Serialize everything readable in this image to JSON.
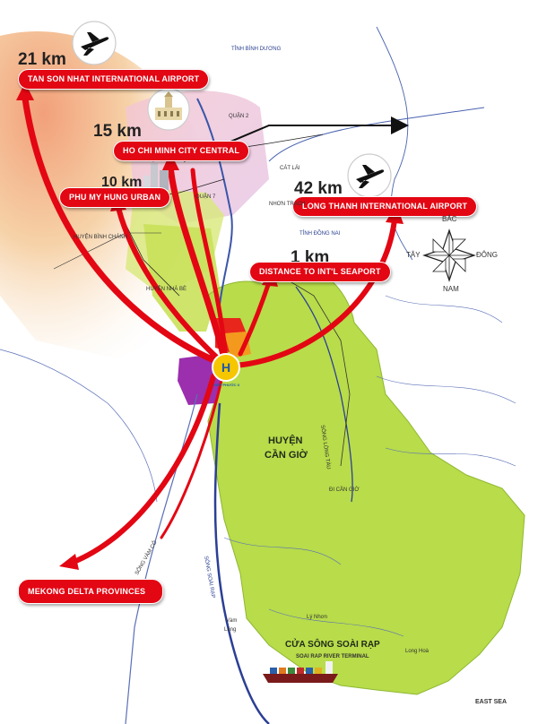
{
  "distances": {
    "tan_son_nhat": "21 km",
    "hcmc_central": "15 km",
    "phu_my_hung": "10 km",
    "long_thanh": "42 km",
    "seaport": "1 km"
  },
  "destinations": {
    "tan_son_nhat": "TAN SON NHAT INTERNATIONAL AIRPORT",
    "hcmc_central": "HO CHI MINH CITY CENTRAL",
    "phu_my_hung": "PHU MY HUNG URBAN",
    "long_thanh": "LONG THANH INTERNATIONAL AIRPORT",
    "seaport": "DISTANCE TO INT'L SEAPORT",
    "mekong": "MEKONG DELTA PROVINCES"
  },
  "place_labels": {
    "binh_duong": "TỈNH BÌNH DƯƠNG",
    "quan2": "QUẬN 2",
    "cat_lai": "CÁT LÁI",
    "quan7": "QUẬN 7",
    "nhon_trach": "NHƠN TRẠCH",
    "dong_nai": "TỈNH ĐỒNG NAI",
    "binh_chanh": "HUYỆN BÌNH CHÁNH",
    "nha_be": "HUYỆN NHÀ BÈ",
    "can_gio_1": "HUYỆN",
    "can_gio_2": "CẦN GIỜ",
    "di_can_gio": "ĐI CẦN GIỜ",
    "song_long_tau": "SÔNG LÒNG TÀU",
    "song_soai_rap": "SÔNG SOÀI RẠP",
    "song_vam_co": "SÔNG VÀM CỎ",
    "vam_lang_1": "Vàm",
    "vam_lang_2": "Láng",
    "ly_nhon": "Lý Nhơn",
    "long_hoa": "Long Hoà",
    "cua_soai_rap": "CỬA SÔNG SOÀI RẠP",
    "terminal": "SOAI RAP RIVER TERMINAL",
    "east_sea": "EAST SEA",
    "logo_text": "HIỆP PHƯỚC II"
  },
  "compass": {
    "north": "BẮC",
    "south": "NAM",
    "east": "ĐÔNG",
    "west": "TÂY"
  },
  "colors": {
    "arrow_red": "#e30613",
    "land_green": "#b8dc4a",
    "river_blue": "#2b3f95",
    "purple_zone": "#9b2fae"
  }
}
